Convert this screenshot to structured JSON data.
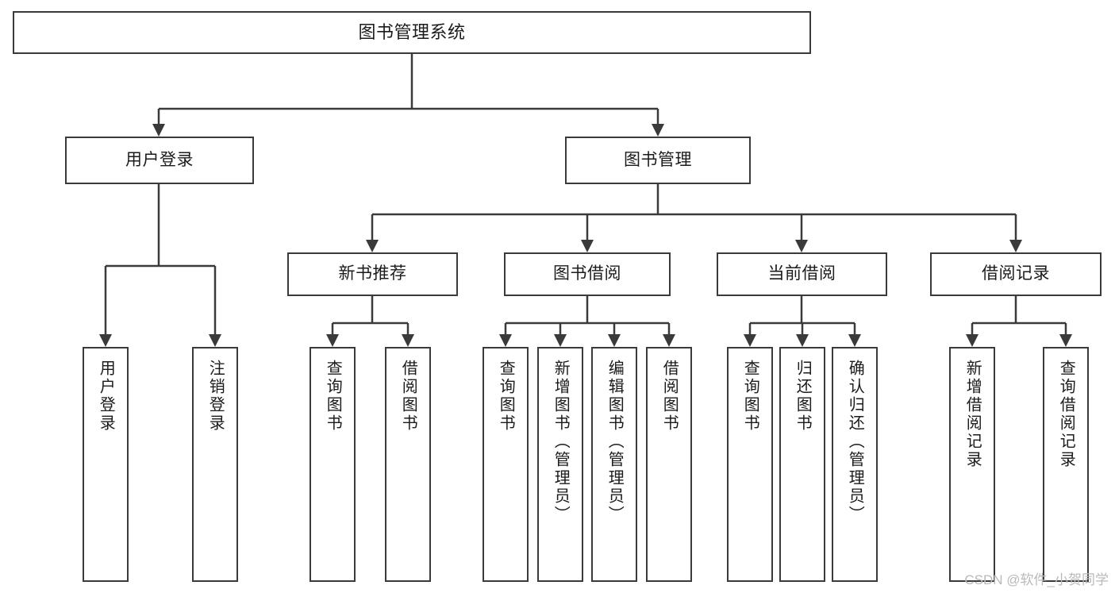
{
  "diagram": {
    "title": "图书管理系统",
    "watermark": "CSDN @软件_小贺同学",
    "colors": {
      "stroke": "#3a3a3a",
      "fill": "#ffffff",
      "text": "#1b1b1b",
      "watermark": "#b9b9b9"
    },
    "root": {
      "label": "图书管理系统"
    },
    "level1": [
      {
        "label": "用户登录"
      },
      {
        "label": "图书管理"
      }
    ],
    "level2": [
      {
        "label": "新书推荐"
      },
      {
        "label": "图书借阅"
      },
      {
        "label": "当前借阅"
      },
      {
        "label": "借阅记录"
      }
    ],
    "leaves": {
      "user_login": [
        {
          "label": "用户登录"
        },
        {
          "label": "注销登录"
        }
      ],
      "new_book": [
        {
          "label": "查询图书"
        },
        {
          "label": "借阅图书"
        }
      ],
      "borrow_book": [
        {
          "label": "查询图书"
        },
        {
          "label": "新增图书（管理员）"
        },
        {
          "label": "编辑图书（管理员）"
        },
        {
          "label": "借阅图书"
        }
      ],
      "current_borrow": [
        {
          "label": "查询图书"
        },
        {
          "label": "归还图书"
        },
        {
          "label": "确认归还（管理员）"
        }
      ],
      "borrow_record": [
        {
          "label": "新增借阅记录"
        },
        {
          "label": "查询借阅记录"
        }
      ]
    }
  }
}
